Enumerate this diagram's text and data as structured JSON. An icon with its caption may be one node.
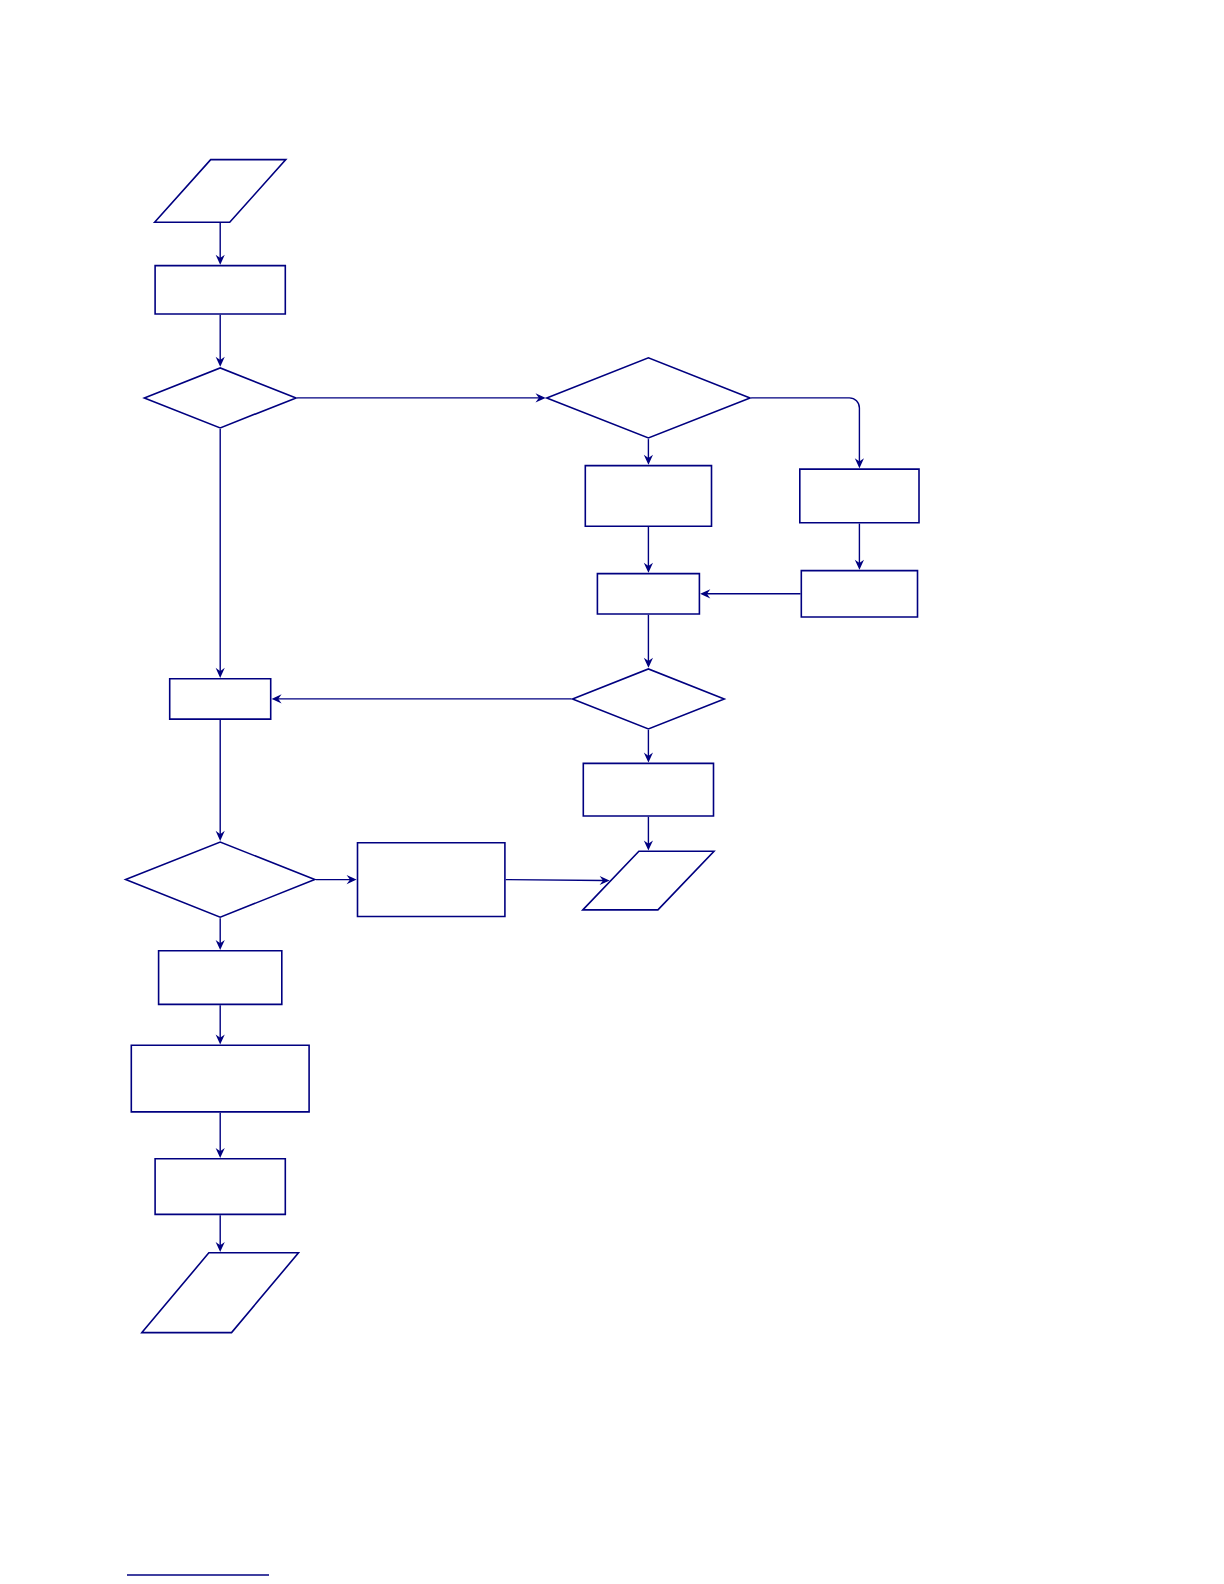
{
  "diagram": {
    "nodes": [
      {
        "text": [],
        "shape": "parallelogram"
      },
      {
        "text": [],
        "shape": "box"
      },
      {
        "text": [],
        "shape": "diamond"
      },
      {
        "text": [],
        "shape": "diamond"
      },
      {
        "text": [],
        "shape": "box"
      },
      {
        "text": [],
        "shape": "box"
      },
      {
        "text": [],
        "shape": "box"
      },
      {
        "text": [],
        "shape": "box"
      },
      {
        "text": [],
        "shape": "box"
      },
      {
        "text": [],
        "shape": "diamond"
      },
      {
        "text": [],
        "shape": "box"
      },
      {
        "text": [],
        "shape": "diamond"
      },
      {
        "text": [],
        "shape": "box"
      },
      {
        "text": [],
        "shape": "parallelogram"
      },
      {
        "text": [],
        "shape": "box"
      },
      {
        "text": [],
        "shape": "box"
      },
      {
        "text": [],
        "shape": "box"
      },
      {
        "text": [],
        "shape": "parallelogram"
      }
    ],
    "edges": [
      {
        "from": 0,
        "to": 1,
        "arrow": "to"
      },
      {
        "from": 1,
        "to": 2,
        "arrow": "to"
      },
      {
        "from": 2,
        "to": 3,
        "arrow": "to"
      },
      {
        "from": 2,
        "to": 8,
        "arrow": "to"
      },
      {
        "from": 3,
        "to": 4,
        "arrow": "to"
      },
      {
        "from": 3,
        "to": 5,
        "arrow": "to"
      },
      {
        "from": 4,
        "to": 6,
        "arrow": "to"
      },
      {
        "from": 5,
        "to": 7,
        "arrow": "to"
      },
      {
        "from": 7,
        "to": 6,
        "arrow": "to"
      },
      {
        "from": 6,
        "to": 9,
        "arrow": "to"
      },
      {
        "from": 9,
        "to": 8,
        "arrow": "to"
      },
      {
        "from": 9,
        "to": 10,
        "arrow": "to"
      },
      {
        "from": 10,
        "to": 13,
        "arrow": "to"
      },
      {
        "from": 8,
        "to": 11,
        "arrow": "to"
      },
      {
        "from": 11,
        "to": 12,
        "arrow": "to"
      },
      {
        "from": 12,
        "to": 13,
        "arrow": "to"
      },
      {
        "from": 11,
        "to": 14,
        "arrow": "to"
      },
      {
        "from": 14,
        "to": 15,
        "arrow": "to"
      },
      {
        "from": 15,
        "to": 16,
        "arrow": "to"
      },
      {
        "from": 16,
        "to": 17,
        "arrow": "to"
      }
    ]
  }
}
